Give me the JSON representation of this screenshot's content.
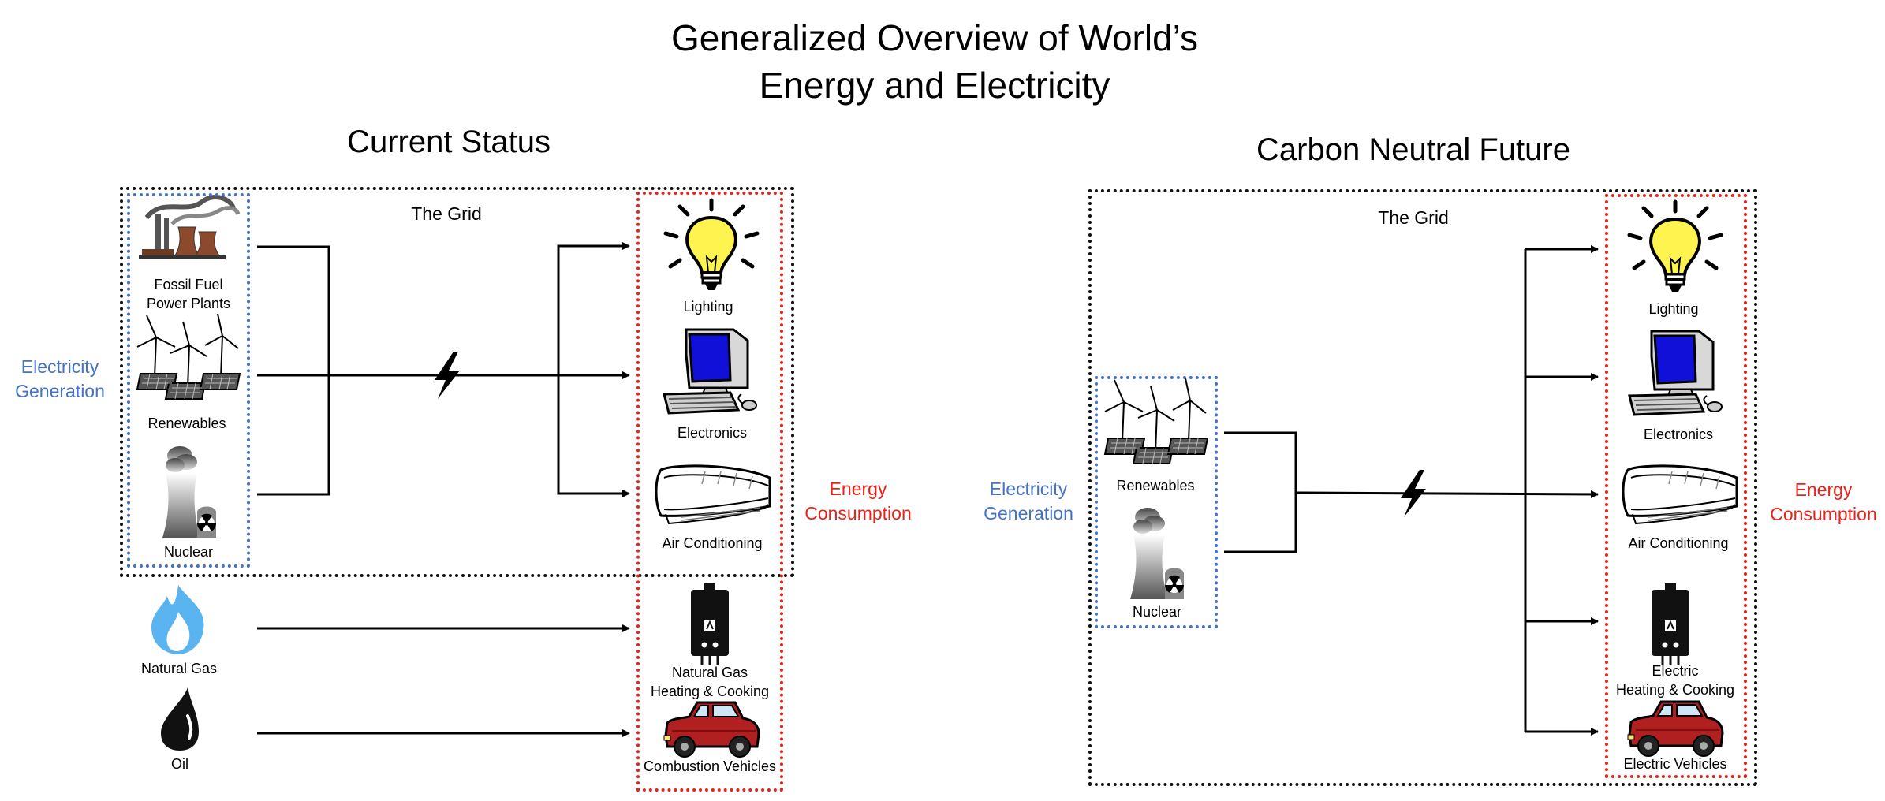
{
  "title_line1": "Generalized Overview of World’s",
  "title_line2": "Energy and Electricity",
  "left": {
    "heading": "Current Status",
    "grid_label": "The Grid",
    "generation_line1": "Electricity",
    "generation_line2": "Generation",
    "consumption_line1": "Energy",
    "consumption_line2": "Consumption",
    "sources": {
      "fossil_line1": "Fossil Fuel",
      "fossil_line2": "Power Plants",
      "renewables": "Renewables",
      "nuclear": "Nuclear",
      "natural_gas": "Natural Gas",
      "oil": "Oil"
    },
    "uses": {
      "lighting": "Lighting",
      "electronics": "Electronics",
      "air_conditioning": "Air Conditioning",
      "heating_line1": "Natural Gas",
      "heating_line2": "Heating & Cooking",
      "vehicles": "Combustion Vehicles"
    }
  },
  "right": {
    "heading": "Carbon Neutral Future",
    "grid_label": "The Grid",
    "generation_line1": "Electricity",
    "generation_line2": "Generation",
    "consumption_line1": "Energy",
    "consumption_line2": "Consumption",
    "sources": {
      "renewables": "Renewables",
      "nuclear": "Nuclear"
    },
    "uses": {
      "lighting": "Lighting",
      "electronics": "Electronics",
      "air_conditioning": "Air Conditioning",
      "heating_line1": "Electric",
      "heating_line2": "Heating & Cooking",
      "vehicles": "Electric Vehicles"
    }
  },
  "colors": {
    "generation": "#4472c4",
    "consumption": "#e8231c",
    "grid_border": "#111111",
    "bulb": "#fff44f",
    "screen": "#1010d8",
    "flame": "#5ab4f0",
    "car": "#b02020"
  },
  "icons": [
    "power-plant-icon",
    "wind-solar-icon",
    "nuclear-icon",
    "flame-icon",
    "oil-drop-icon",
    "lightning-icon",
    "light-bulb-icon",
    "computer-icon",
    "air-conditioner-icon",
    "water-heater-icon",
    "car-icon"
  ]
}
